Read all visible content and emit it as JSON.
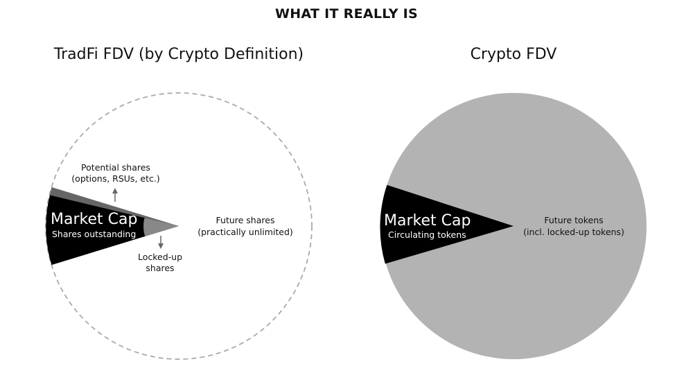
{
  "title": "WHAT IT REALLY IS",
  "colors": {
    "background": "#ffffff",
    "market_cap": "#000000",
    "potential_shares": "#666666",
    "locked_up_shares": "#888888",
    "crypto_future_tokens": "#b3b3b3",
    "dashed_outline": "#aaaaaa",
    "arrow": "#666666",
    "text_dark": "#111111",
    "text_light": "#ffffff"
  },
  "left_panel": {
    "title": "TradFi FDV (by Crypto Definition)",
    "market_cap": {
      "title": "Market Cap",
      "subtitle": "Shares outstanding"
    },
    "potential_shares": {
      "line1": "Potential shares",
      "line2": "(options, RSUs, etc.)"
    },
    "locked_up": {
      "line1": "Locked-up",
      "line2": "shares"
    },
    "future": {
      "line1": "Future shares",
      "line2": "(practically unlimited)"
    }
  },
  "right_panel": {
    "title": "Crypto FDV",
    "market_cap": {
      "title": "Market Cap",
      "subtitle": "Circulating tokens"
    },
    "future": {
      "line1": "Future tokens",
      "line2": "(incl. locked-up tokens)"
    }
  }
}
